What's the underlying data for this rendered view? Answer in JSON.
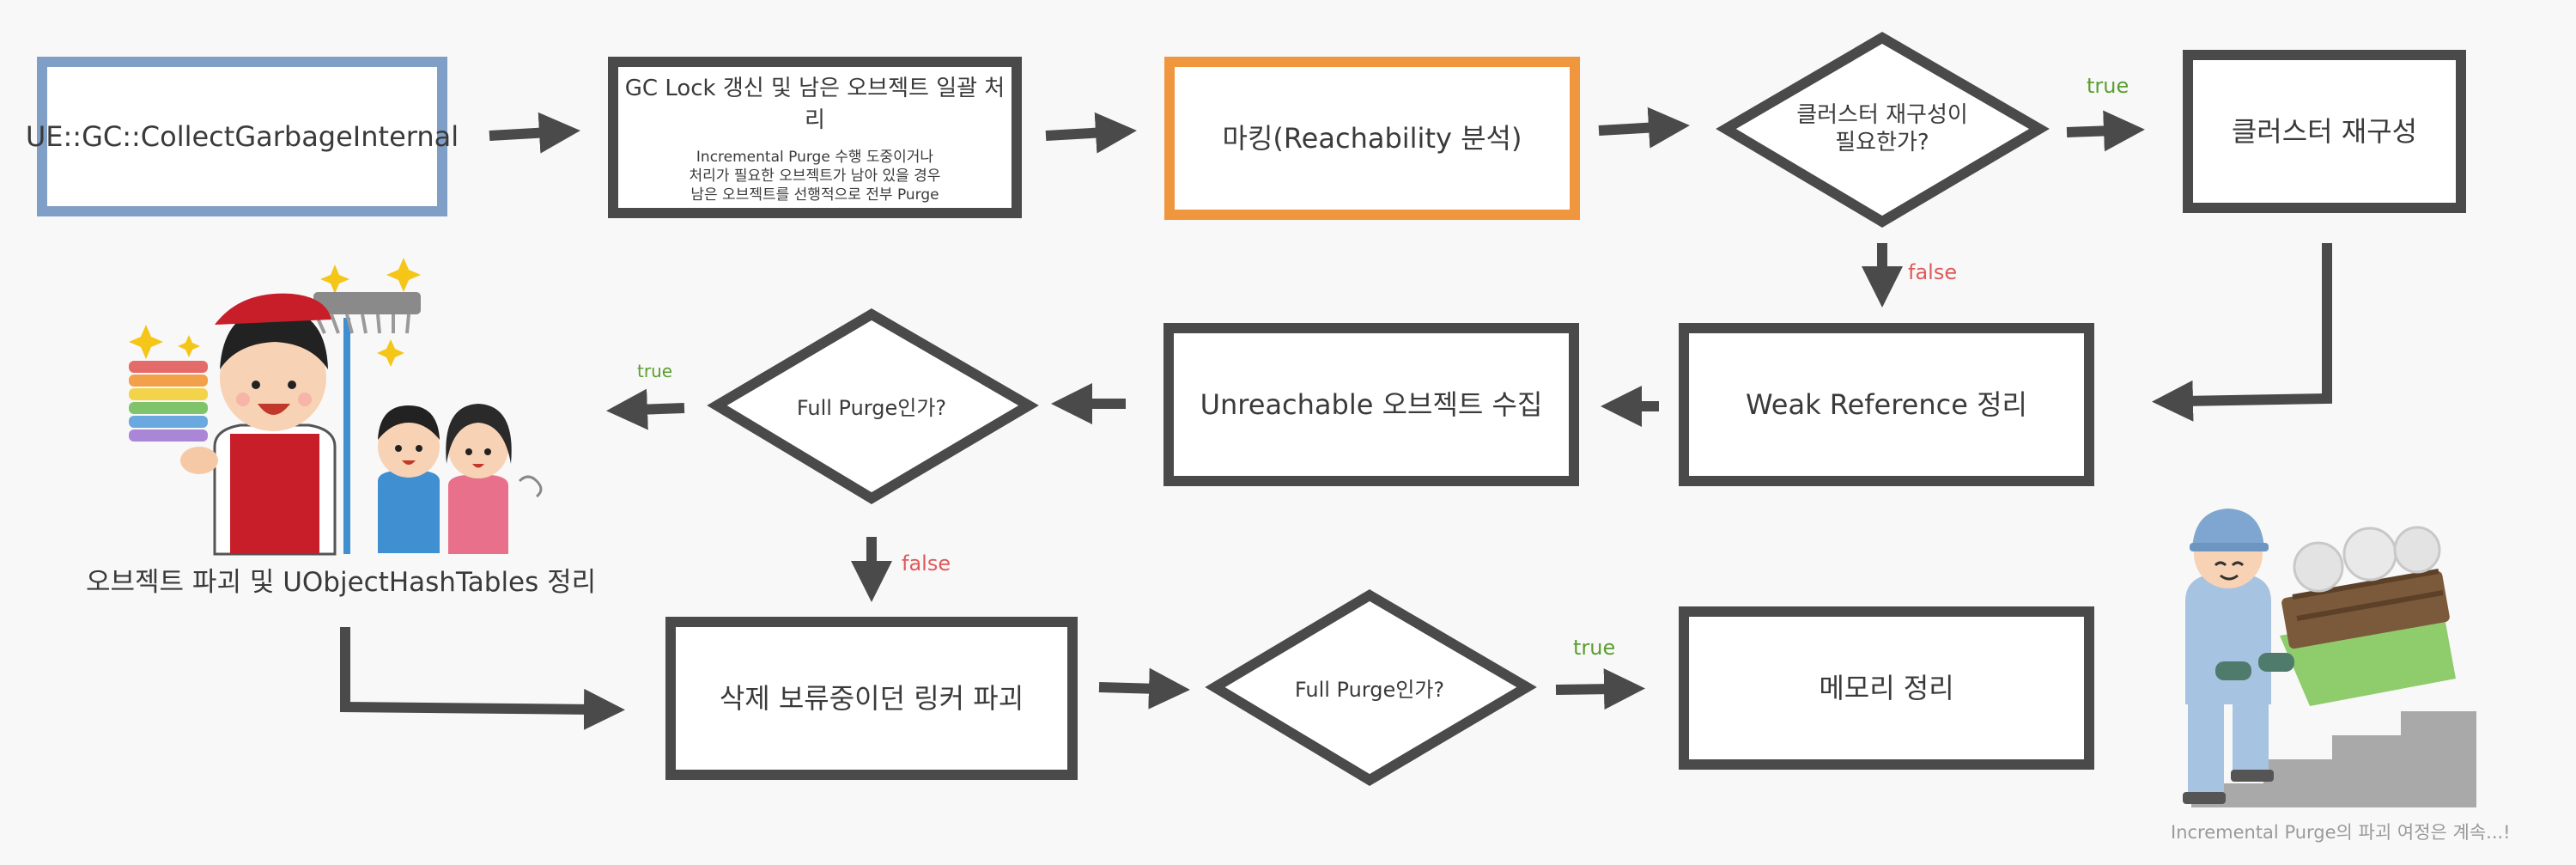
{
  "nodes": {
    "collect": "UE::GC::CollectGarbageInternal",
    "gc_lock_title": "GC Lock 갱신 및 남은 오브젝트 일괄 처리",
    "gc_lock_sub": "Incremental Purge 수행 도중이거나\n처리가 필요한 오브젝트가 남아 있을 경우\n남은 오브젝트를 선행적으로 전부 Purge",
    "marking": "마킹(Reachability 분석)",
    "cluster_check": "클러스터 재구성이\n필요한가?",
    "cluster_rebuild": "클러스터 재구성",
    "weak_ref": "Weak Reference 정리",
    "unreachable": "Unreachable 오브젝트 수집",
    "full_purge_1": "Full Purge인가?",
    "destroy_linker": "삭제 보류중이던 링커 파괴",
    "full_purge_2": "Full Purge인가?",
    "memory_cleanup": "메모리 정리"
  },
  "edge_labels": {
    "cluster_true": "true",
    "cluster_false": "false",
    "purge1_true": "true",
    "purge1_false": "false",
    "purge2_true": "true"
  },
  "captions": {
    "left": "오브젝트 파괴 및 UObjectHashTables 정리",
    "right": "Incremental Purge의 파괴 여정은 계속...!"
  },
  "colors": {
    "dark": "#4a4a4a",
    "blue": "#7f9fc6",
    "orange": "#f0963e",
    "true_label": "#5a9e2f",
    "false_label": "#e05a5a"
  },
  "icons": {
    "left_illustration": "cleaner-with-broom-and-kids-icon",
    "right_illustration": "worker-carrying-cart-up-stairs-icon"
  }
}
